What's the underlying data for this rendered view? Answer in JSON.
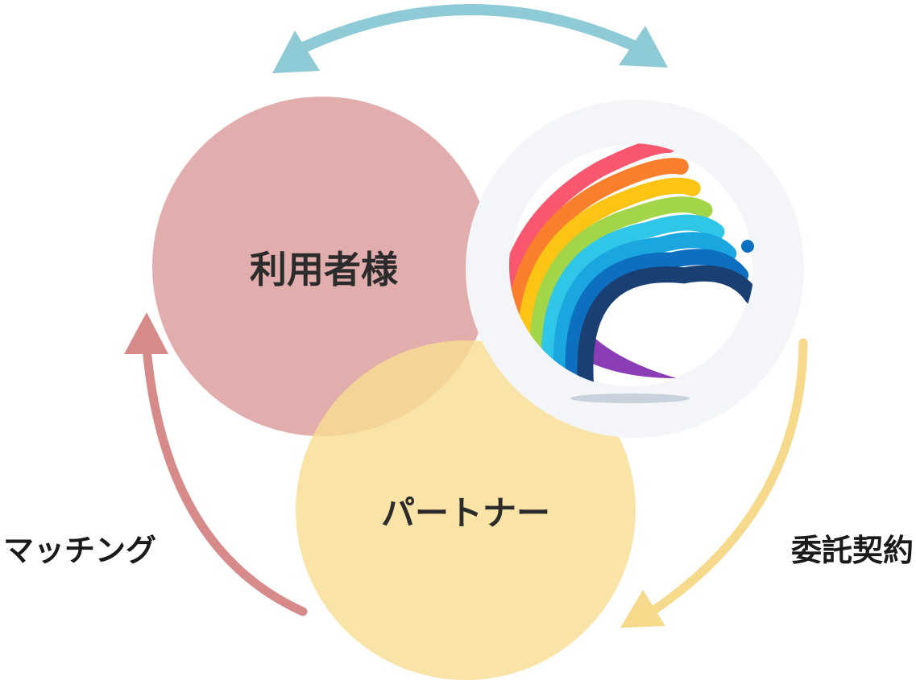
{
  "nodes": {
    "user": {
      "label": "利用者様",
      "color": "#dc9f9f"
    },
    "partner": {
      "label": "パートナー",
      "color": "#f9dd94"
    },
    "company": {
      "logo_icon": "rainbow-sphere-logo-icon",
      "color": "#f3f5f8"
    }
  },
  "edges": {
    "matching": {
      "label": "マッチング",
      "color": "#d68a8a"
    },
    "contract": {
      "label": "委託契約",
      "color": "#f6d98a"
    },
    "top": {
      "color": "#8fcbd6"
    }
  },
  "logo_colors": [
    "#f8576f",
    "#fa7f2c",
    "#fcc515",
    "#a2d548",
    "#2fc6e8",
    "#1aa6de",
    "#0d6fbf",
    "#1a3f73",
    "#8a3db5"
  ]
}
